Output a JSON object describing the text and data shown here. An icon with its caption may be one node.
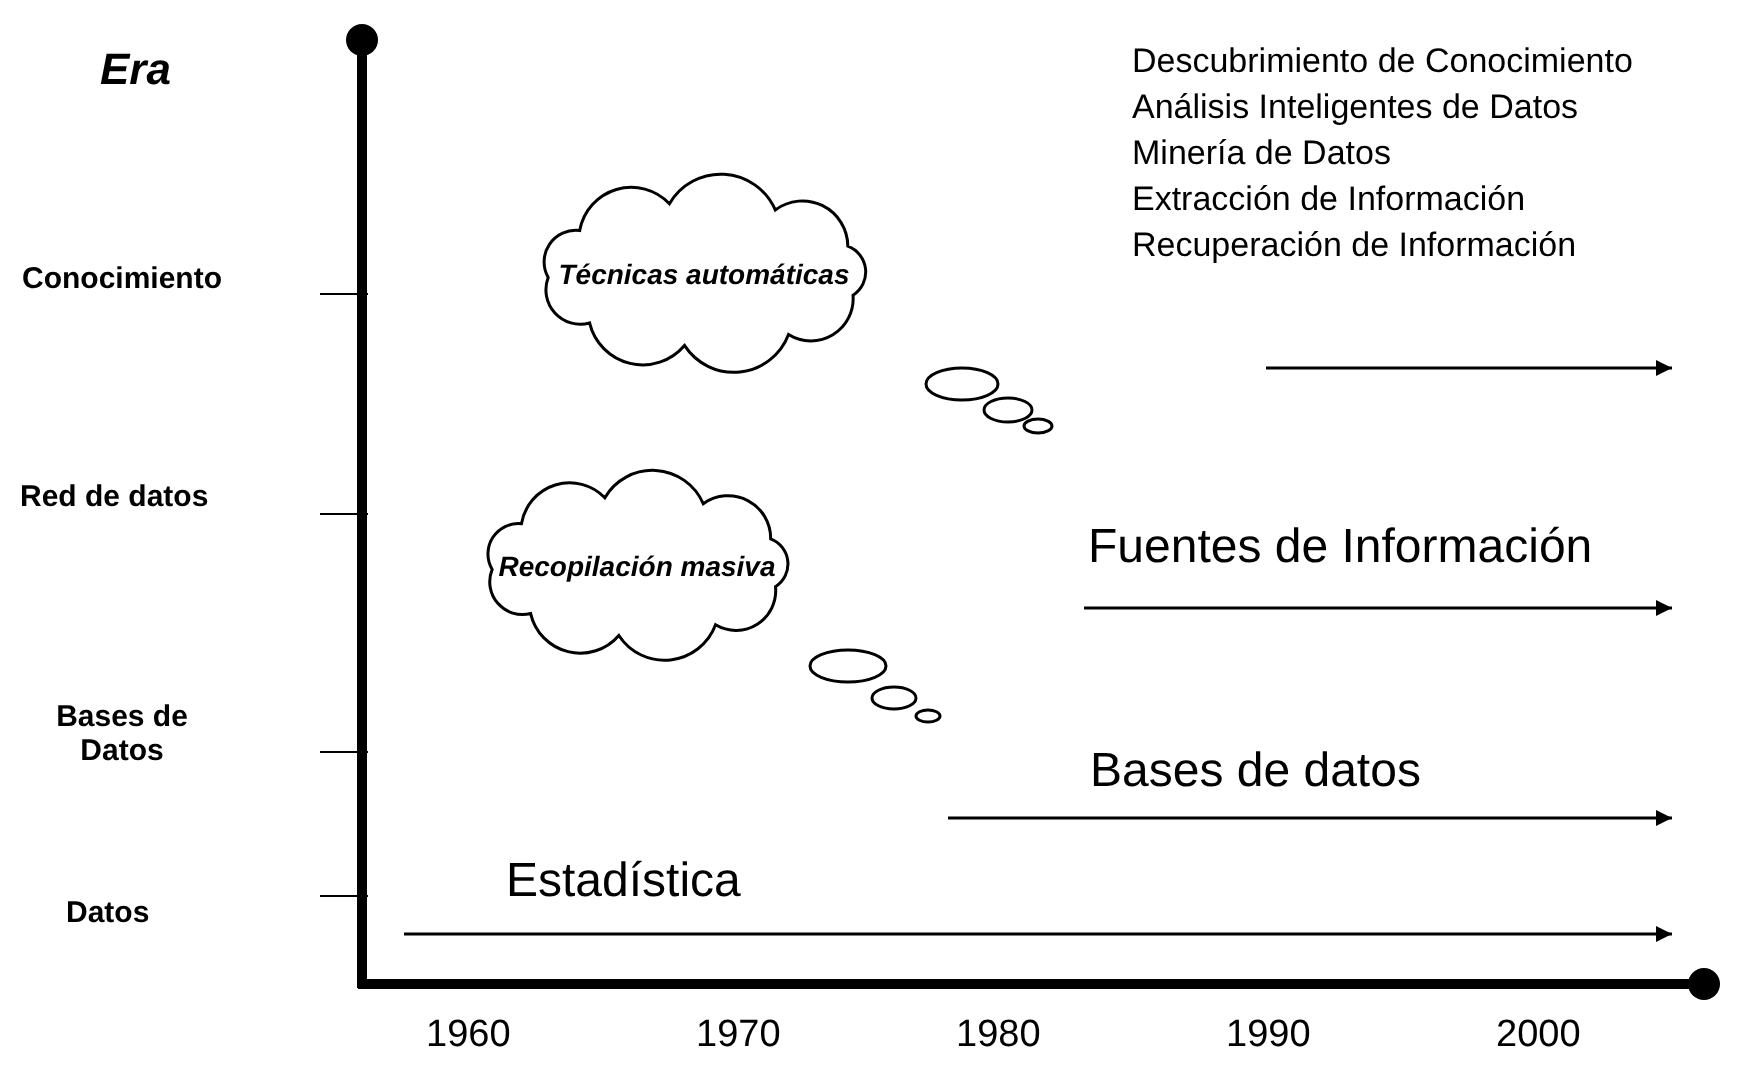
{
  "diagram": {
    "nodes": [
      {
        "text": [
          "Técnicas automáticas"
        ]
      },
      {
        "text": [
          "Recopilación masiva"
        ]
      }
    ],
    "labels": [
      "Era",
      "Descubrimiento de Conocimiento",
      "Análisis Inteligentes de Datos",
      "Minería de Datos",
      "Extracción de Información",
      "Recuperación de Información",
      "Conocimiento",
      "Red de datos",
      "Fuentes de Información",
      "Bases de Datos",
      "Bases de datos",
      "Estadística",
      "Datos",
      "1960",
      "1970",
      "1980",
      "1990",
      "2000"
    ]
  }
}
